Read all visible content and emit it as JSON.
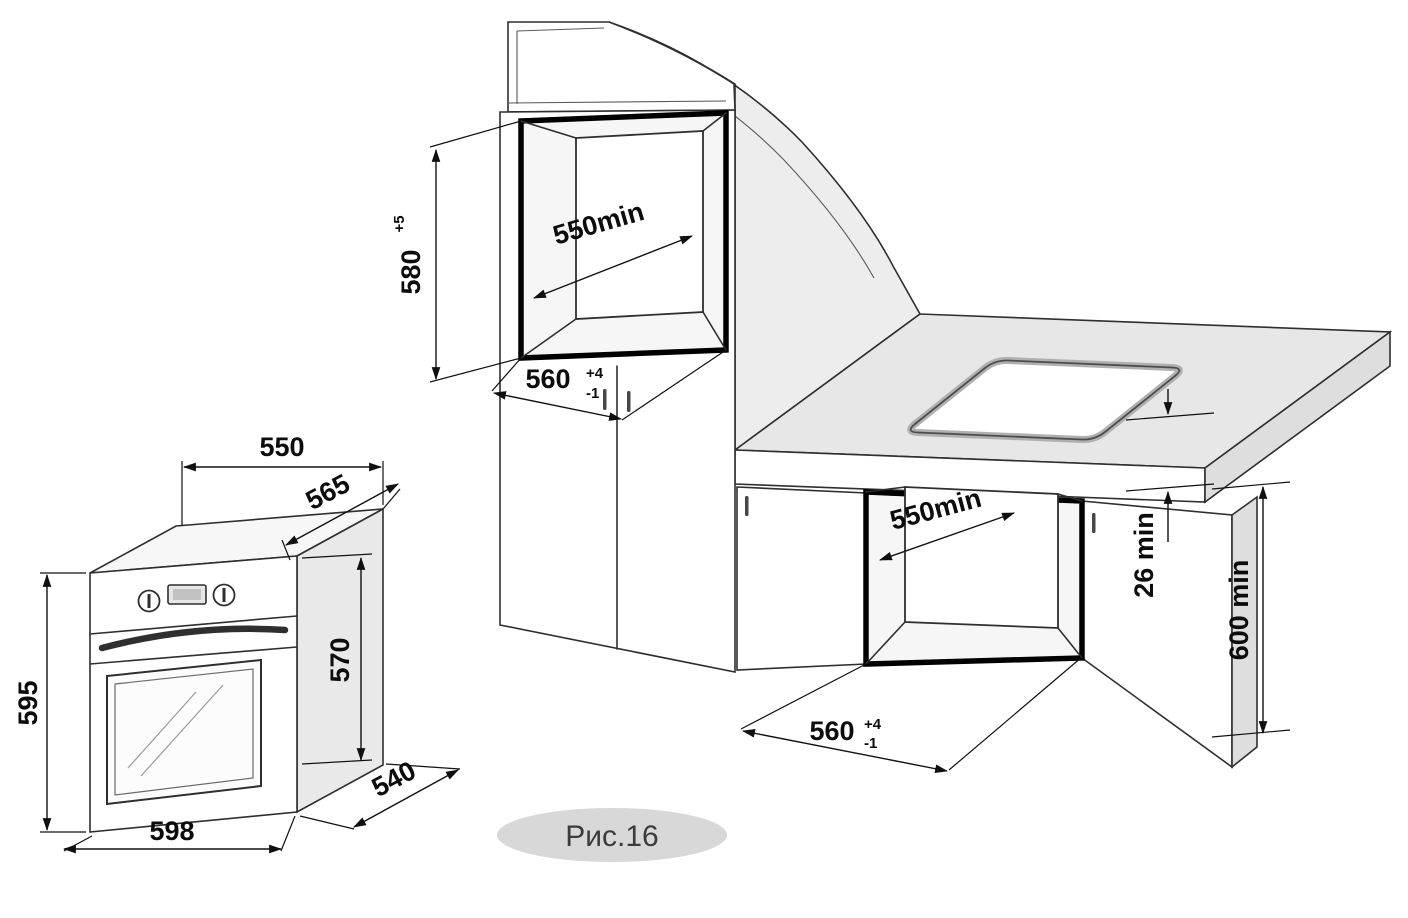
{
  "figure": {
    "caption": "Рис.16"
  },
  "colors": {
    "line": "#2f2f2f",
    "shade": "#ededed",
    "caption_bg": "#d8d8d8"
  },
  "oven_dims": {
    "top_width": "550",
    "depth_top": "565",
    "height": "595",
    "body_height": "570",
    "depth_bottom": "540",
    "front_width": "598"
  },
  "upper_niche": {
    "height": "580",
    "height_tol": "+5",
    "depth_min": "550min",
    "width": "560",
    "width_tol_up": "+4",
    "width_tol_down": "-1"
  },
  "lower_niche": {
    "depth_min": "550min",
    "width": "560",
    "width_tol_up": "+4",
    "width_tol_down": "-1",
    "top_clearance": "26 min",
    "side_clearance": "600 min"
  }
}
